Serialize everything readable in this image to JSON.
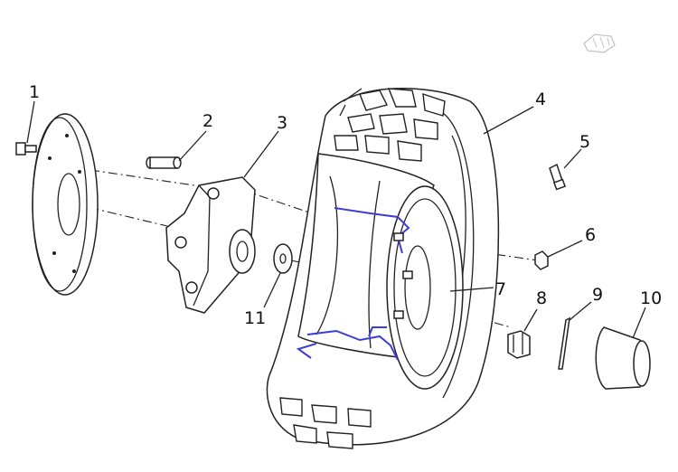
{
  "diagram": {
    "callouts": [
      "1",
      "2",
      "3",
      "4",
      "5",
      "6",
      "7",
      "8",
      "9",
      "10",
      "11"
    ]
  },
  "colors": {
    "line": "#222222",
    "hub_wire": "#3d3dd6",
    "background": "#ffffff"
  }
}
